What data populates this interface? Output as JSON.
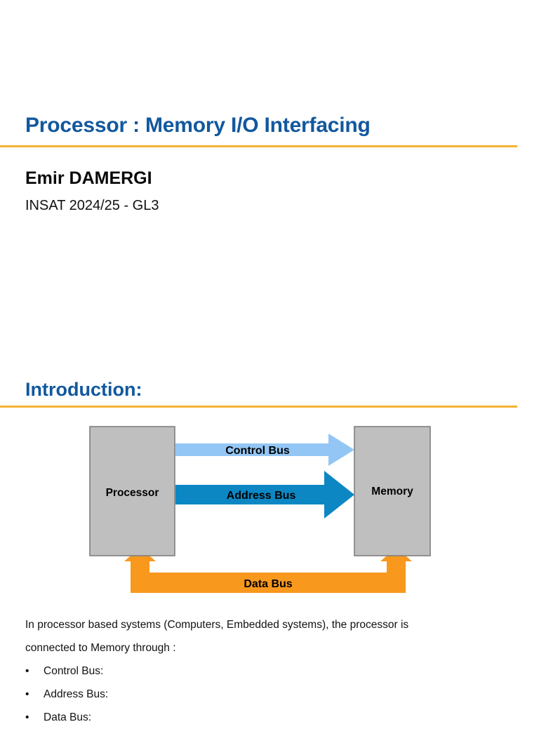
{
  "slide": {
    "title": "Processor : Memory I/O Interfacing",
    "author": "Emir DAMERGI",
    "affiliation": "INSAT 2024/25  - GL3",
    "section_heading": "Introduction:"
  },
  "diagram": {
    "processor_label": "Processor",
    "memory_label": "Memory",
    "control_bus_label": "Control Bus",
    "address_bus_label": "Address Bus",
    "data_bus_label": "Data Bus",
    "colors": {
      "block_fill": "#BFBFBF",
      "block_stroke": "#7F7F7F",
      "control_bus": "#93C6F5",
      "address_bus": "#0C87C4",
      "data_bus": "#F8981D",
      "rule": "#F6B233",
      "heading_blue": "#12589E"
    }
  },
  "body": {
    "paragraph_line1": "In processor based systems (Computers, Embedded systems), the processor is",
    "paragraph_line2": "connected to Memory through :",
    "bullet_mark": "•",
    "bullets": [
      "Control Bus:",
      "Address Bus:",
      "Data Bus:"
    ]
  }
}
